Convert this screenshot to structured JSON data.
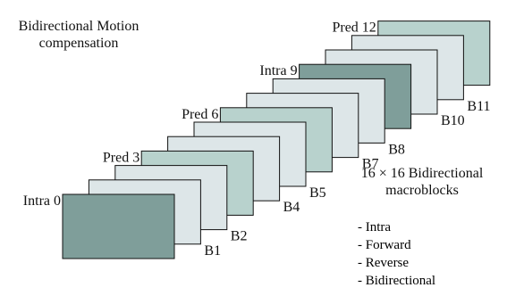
{
  "title": "Bidirectional Motion compensation",
  "frames": [
    {
      "label": "Intra 0",
      "type": "intra"
    },
    {
      "label": "B1",
      "type": "b"
    },
    {
      "label": "B2",
      "type": "b"
    },
    {
      "label": "Pred 3",
      "type": "pred"
    },
    {
      "label": "B4",
      "type": "b"
    },
    {
      "label": "B5",
      "type": "b"
    },
    {
      "label": "Pred 6",
      "type": "pred"
    },
    {
      "label": "B7",
      "type": "b"
    },
    {
      "label": "B8",
      "type": "b"
    },
    {
      "label": "Intra 9",
      "type": "intra"
    },
    {
      "label": "B10",
      "type": "b"
    },
    {
      "label": "B11",
      "type": "b"
    },
    {
      "label": "Pred 12",
      "type": "pred"
    }
  ],
  "colors": {
    "intra": "#7f9e9a",
    "pred": "#b8d2cd",
    "b": "#dde6e8",
    "stroke": "#111111"
  },
  "macroblocks": {
    "heading": "16 × 16 Bidirectional macroblocks",
    "modes": [
      "- Intra",
      "- Forward",
      "- Reverse",
      "- Bidirectional"
    ]
  }
}
